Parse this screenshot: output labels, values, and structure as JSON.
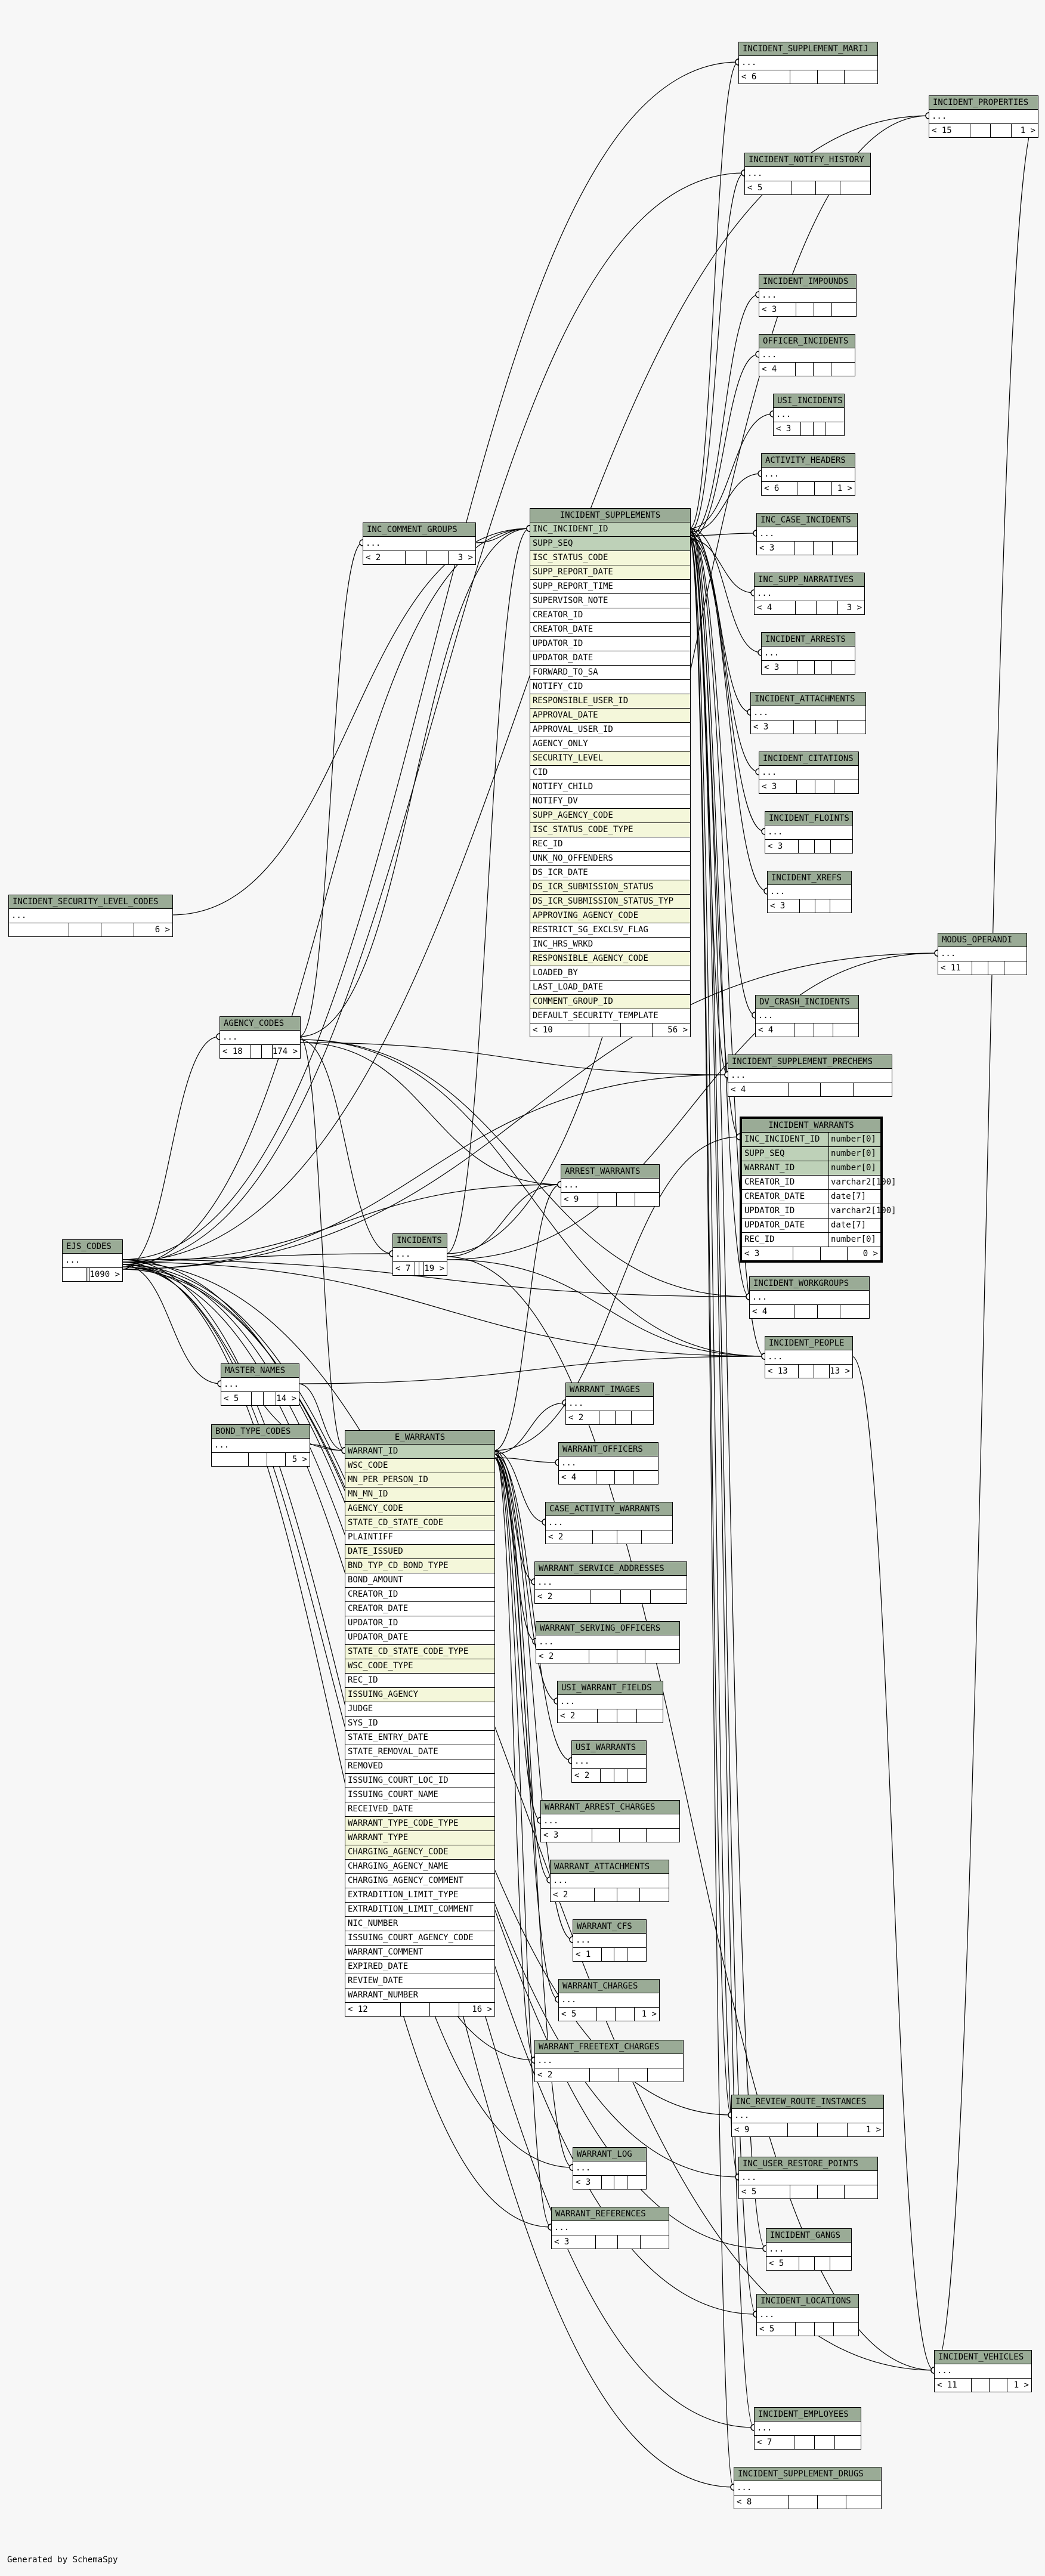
{
  "generated_by": "Generated by SchemaSpy",
  "incident_warrants": {
    "name": "INCIDENT_WARRANTS",
    "columns": [
      {
        "name": "INC_INCIDENT_ID",
        "type": "number[0]"
      },
      {
        "name": "SUPP_SEQ",
        "type": "number[0]"
      },
      {
        "name": "WARRANT_ID",
        "type": "number[0]"
      },
      {
        "name": "CREATOR_ID",
        "type": "varchar2[100]"
      },
      {
        "name": "CREATOR_DATE",
        "type": "date[7]"
      },
      {
        "name": "UPDATOR_ID",
        "type": "varchar2[100]"
      },
      {
        "name": "UPDATOR_DATE",
        "type": "date[7]"
      },
      {
        "name": "REC_ID",
        "type": "number[0]"
      }
    ],
    "footer": {
      "left": "< 3",
      "right": "0 >"
    }
  },
  "incident_supplements": {
    "name": "INCIDENT_SUPPLEMENTS",
    "columns": [
      "INC_INCIDENT_ID",
      "SUPP_SEQ",
      "ISC_STATUS_CODE",
      "SUPP_REPORT_DATE",
      "SUPP_REPORT_TIME",
      "SUPERVISOR_NOTE",
      "CREATOR_ID",
      "CREATOR_DATE",
      "UPDATOR_ID",
      "UPDATOR_DATE",
      "FORWARD_TO_SA",
      "NOTIFY_CID",
      "RESPONSIBLE_USER_ID",
      "APPROVAL_DATE",
      "APPROVAL_USER_ID",
      "AGENCY_ONLY",
      "SECURITY_LEVEL",
      "CID",
      "NOTIFY_CHILD",
      "NOTIFY_DV",
      "SUPP_AGENCY_CODE",
      "ISC_STATUS_CODE_TYPE",
      "REC_ID",
      "UNK_NO_OFFENDERS",
      "DS_ICR_DATE",
      "DS_ICR_SUBMISSION_STATUS",
      "DS_ICR_SUBMISSION_STATUS_TYP",
      "APPROVING_AGENCY_CODE",
      "RESTRICT_SG_EXCLSV_FLAG",
      "INC_HRS_WRKD",
      "RESPONSIBLE_AGENCY_CODE",
      "LOADED_BY",
      "LAST_LOAD_DATE",
      "COMMENT_GROUP_ID",
      "DEFAULT_SECURITY_TEMPLATE"
    ],
    "footer": {
      "left": "< 10",
      "right": "56 >"
    }
  },
  "e_warrants": {
    "name": "E_WARRANTS",
    "columns": [
      "WARRANT_ID",
      "WSC_CODE",
      "MN_PER_PERSON_ID",
      "MN_MN_ID",
      "AGENCY_CODE",
      "STATE_CD_STATE_CODE",
      "PLAINTIFF",
      "DATE_ISSUED",
      "BND_TYP_CD_BOND_TYPE",
      "BOND_AMOUNT",
      "CREATOR_ID",
      "CREATOR_DATE",
      "UPDATOR_ID",
      "UPDATOR_DATE",
      "STATE_CD_STATE_CODE_TYPE",
      "WSC_CODE_TYPE",
      "REC_ID",
      "ISSUING_AGENCY",
      "JUDGE",
      "SYS_ID",
      "STATE_ENTRY_DATE",
      "STATE_REMOVAL_DATE",
      "REMOVED",
      "ISSUING_COURT_LOC_ID",
      "ISSUING_COURT_NAME",
      "RECEIVED_DATE",
      "WARRANT_TYPE_CODE_TYPE",
      "WARRANT_TYPE",
      "CHARGING_AGENCY_CODE",
      "CHARGING_AGENCY_NAME",
      "CHARGING_AGENCY_COMMENT",
      "EXTRADITION_LIMIT_TYPE",
      "EXTRADITION_LIMIT_COMMENT",
      "NIC_NUMBER",
      "ISSUING_COURT_AGENCY_CODE",
      "WARRANT_COMMENT",
      "EXPIRED_DATE",
      "REVIEW_DATE",
      "WARRANT_NUMBER"
    ],
    "footer": {
      "left": "< 12",
      "right": "16 >"
    }
  },
  "small_tables": [
    {
      "name": "INCIDENT_SUPPLEMENT_MARIJ",
      "body": "...",
      "left": "< 6",
      "right": ""
    },
    {
      "name": "INCIDENT_PROPERTIES",
      "body": "...",
      "left": "< 15",
      "right": "1 >"
    },
    {
      "name": "INCIDENT_NOTIFY_HISTORY",
      "body": "...",
      "left": "< 5",
      "right": ""
    },
    {
      "name": "INCIDENT_IMPOUNDS",
      "body": "...",
      "left": "< 3",
      "right": ""
    },
    {
      "name": "OFFICER_INCIDENTS",
      "body": "...",
      "left": "< 4",
      "right": ""
    },
    {
      "name": "USI_INCIDENTS",
      "body": "...",
      "left": "< 3",
      "right": ""
    },
    {
      "name": "ACTIVITY_HEADERS",
      "body": "...",
      "left": "< 6",
      "right": "1 >"
    },
    {
      "name": "INC_CASE_INCIDENTS",
      "body": "...",
      "left": "< 3",
      "right": ""
    },
    {
      "name": "INC_SUPP_NARRATIVES",
      "body": "...",
      "left": "< 4",
      "right": "3 >"
    },
    {
      "name": "INCIDENT_ARRESTS",
      "body": "...",
      "left": "< 3",
      "right": ""
    },
    {
      "name": "INCIDENT_ATTACHMENTS",
      "body": "...",
      "left": "< 3",
      "right": ""
    },
    {
      "name": "INCIDENT_CITATIONS",
      "body": "...",
      "left": "< 3",
      "right": ""
    },
    {
      "name": "INCIDENT_FLOINTS",
      "body": "...",
      "left": "< 3",
      "right": ""
    },
    {
      "name": "INCIDENT_XREFS",
      "body": "...",
      "left": "< 3",
      "right": ""
    },
    {
      "name": "MODUS_OPERANDI",
      "body": "...",
      "left": "< 11",
      "right": ""
    },
    {
      "name": "DV_CRASH_INCIDENTS",
      "body": "...",
      "left": "< 4",
      "right": ""
    },
    {
      "name": "INCIDENT_SUPPLEMENT_PRECHEMS",
      "body": "...",
      "left": "< 4",
      "right": ""
    },
    {
      "name": "INCIDENT_WORKGROUPS",
      "body": "...",
      "left": "< 4",
      "right": ""
    },
    {
      "name": "INCIDENT_PEOPLE",
      "body": "...",
      "left": "< 13",
      "right": "13 >"
    },
    {
      "name": "INC_COMMENT_GROUPS",
      "body": "...",
      "left": "< 2",
      "right": "3 >"
    },
    {
      "name": "INCIDENT_SECURITY_LEVEL_CODES",
      "body": "...",
      "left": "",
      "right": "6 >"
    },
    {
      "name": "AGENCY_CODES",
      "body": "...",
      "left": "< 18",
      "right": "174 >"
    },
    {
      "name": "ARREST_WARRANTS",
      "body": "...",
      "left": "< 9",
      "right": ""
    },
    {
      "name": "INCIDENTS",
      "body": "...",
      "left": "< 7",
      "right": "19 >"
    },
    {
      "name": "EJS_CODES",
      "body": "...",
      "left": "",
      "right": "1090 >"
    },
    {
      "name": "MASTER_NAMES",
      "body": "...",
      "left": "< 5",
      "right": "14 >"
    },
    {
      "name": "BOND_TYPE_CODES",
      "body": "...",
      "left": "",
      "right": "5 >"
    },
    {
      "name": "WARRANT_IMAGES",
      "body": "...",
      "left": "< 2",
      "right": ""
    },
    {
      "name": "WARRANT_OFFICERS",
      "body": "...",
      "left": "< 4",
      "right": ""
    },
    {
      "name": "CASE_ACTIVITY_WARRANTS",
      "body": "...",
      "left": "< 2",
      "right": ""
    },
    {
      "name": "WARRANT_SERVICE_ADDRESSES",
      "body": "...",
      "left": "< 2",
      "right": ""
    },
    {
      "name": "WARRANT_SERVING_OFFICERS",
      "body": "...",
      "left": "< 2",
      "right": ""
    },
    {
      "name": "USI_WARRANT_FIELDS",
      "body": "...",
      "left": "< 2",
      "right": ""
    },
    {
      "name": "USI_WARRANTS",
      "body": "...",
      "left": "< 2",
      "right": ""
    },
    {
      "name": "WARRANT_ARREST_CHARGES",
      "body": "...",
      "left": "< 3",
      "right": ""
    },
    {
      "name": "WARRANT_ATTACHMENTS",
      "body": "...",
      "left": "< 2",
      "right": ""
    },
    {
      "name": "WARRANT_CFS",
      "body": "...",
      "left": "< 1",
      "right": ""
    },
    {
      "name": "WARRANT_CHARGES",
      "body": "...",
      "left": "< 5",
      "right": "1 >"
    },
    {
      "name": "WARRANT_FREETEXT_CHARGES",
      "body": "...",
      "left": "< 2",
      "right": ""
    },
    {
      "name": "INC_REVIEW_ROUTE_INSTANCES",
      "body": "...",
      "left": "< 9",
      "right": "1 >"
    },
    {
      "name": "WARRANT_LOG",
      "body": "...",
      "left": "< 3",
      "right": ""
    },
    {
      "name": "INC_USER_RESTORE_POINTS",
      "body": "...",
      "left": "< 5",
      "right": ""
    },
    {
      "name": "WARRANT_REFERENCES",
      "body": "...",
      "left": "< 3",
      "right": ""
    },
    {
      "name": "INCIDENT_GANGS",
      "body": "...",
      "left": "< 5",
      "right": ""
    },
    {
      "name": "INCIDENT_LOCATIONS",
      "body": "...",
      "left": "< 5",
      "right": ""
    },
    {
      "name": "INCIDENT_VEHICLES",
      "body": "...",
      "left": "< 11",
      "right": "1 >"
    },
    {
      "name": "INCIDENT_EMPLOYEES",
      "body": "...",
      "left": "< 7",
      "right": ""
    },
    {
      "name": "INCIDENT_SUPPLEMENT_DRUGS",
      "body": "...",
      "left": "< 8",
      "right": ""
    }
  ]
}
